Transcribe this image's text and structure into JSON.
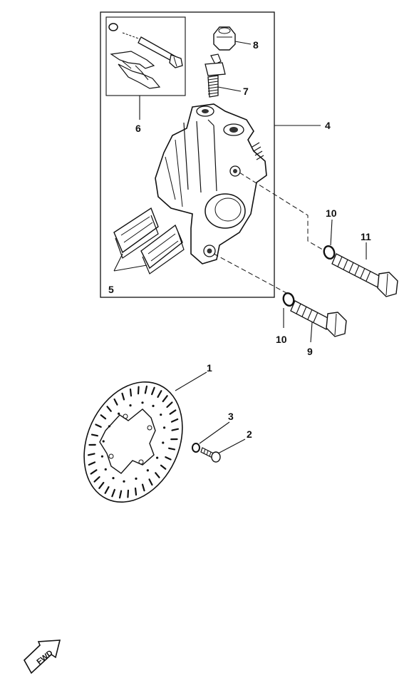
{
  "diagram": {
    "callouts": [
      {
        "id": "1",
        "label": "1"
      },
      {
        "id": "2",
        "label": "2"
      },
      {
        "id": "3",
        "label": "3"
      },
      {
        "id": "4",
        "label": "4"
      },
      {
        "id": "5",
        "label": "5"
      },
      {
        "id": "6",
        "label": "6"
      },
      {
        "id": "7",
        "label": "7"
      },
      {
        "id": "8",
        "label": "8"
      },
      {
        "id": "9",
        "label": "9"
      },
      {
        "id": "10a",
        "label": "10"
      },
      {
        "id": "10b",
        "label": "10"
      },
      {
        "id": "11",
        "label": "11"
      }
    ],
    "fwd_badge": "FWD",
    "line_color": "#111111"
  }
}
